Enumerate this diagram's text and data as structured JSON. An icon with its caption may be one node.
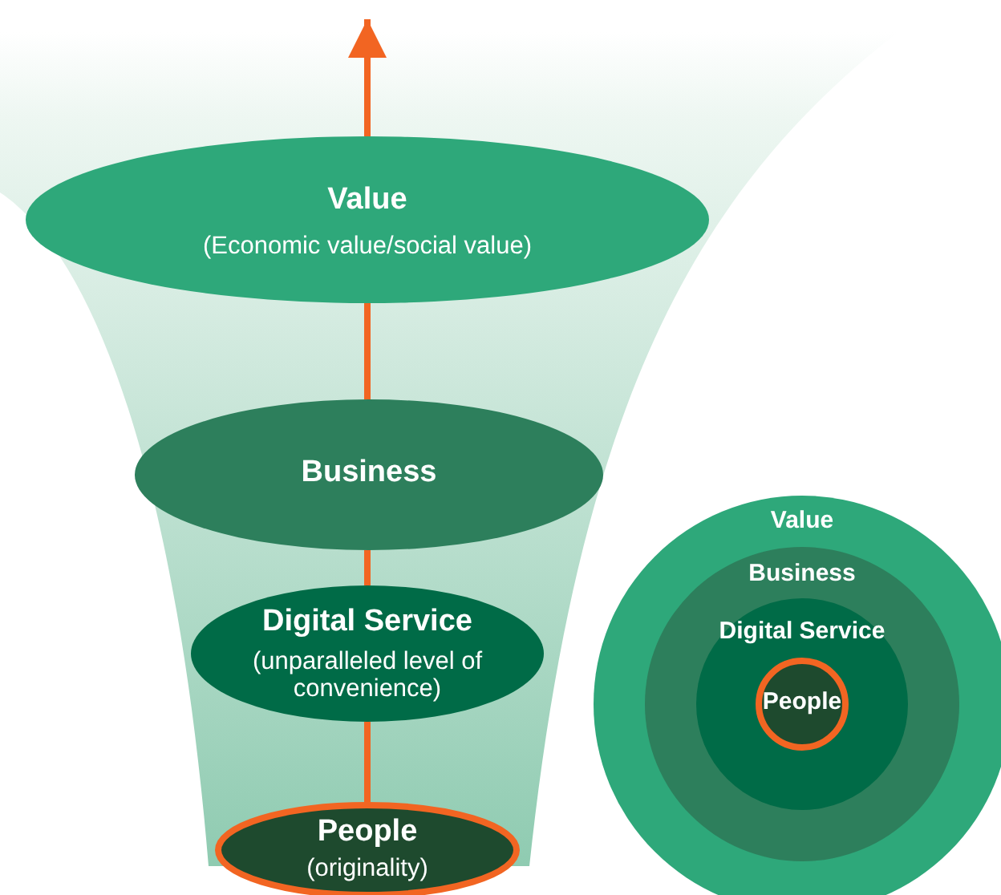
{
  "diagram": {
    "nodes": [
      {
        "text": [
          "Value",
          "(Economic value/social value)"
        ]
      },
      {
        "text": [
          "Business"
        ]
      },
      {
        "text": [
          "Digital Service",
          "(unparalleled level of convenience)"
        ]
      },
      {
        "text": [
          "People",
          "(originality)"
        ]
      },
      {
        "text": [
          "Value"
        ]
      },
      {
        "text": [
          "Business"
        ],
        "in": 4
      },
      {
        "text": [
          "Digital Service"
        ],
        "in": 5
      },
      {
        "text": [
          "People"
        ],
        "in": 6
      }
    ],
    "edges": [
      {
        "from": 0,
        "to": null,
        "arrow": "to"
      },
      {
        "from": 1,
        "to": 0,
        "arrow": "none"
      },
      {
        "from": 2,
        "to": 1,
        "arrow": "none"
      },
      {
        "from": 3,
        "to": 2,
        "arrow": "none"
      }
    ]
  }
}
